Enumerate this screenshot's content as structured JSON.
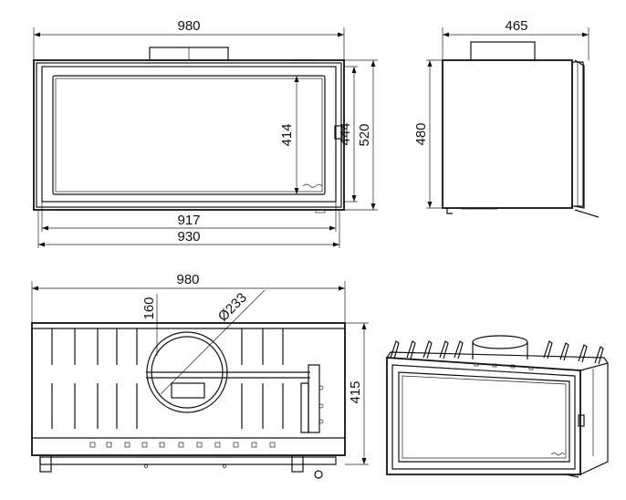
{
  "dimensions": {
    "front_width": "980",
    "side_depth": "465",
    "glass_height": "414",
    "inner_height": "444",
    "total_height": "520",
    "side_height": "480",
    "glass_width": "917",
    "frame_width": "930",
    "top_width": "980",
    "flue_offset": "160",
    "flue_diameter": "Ø233",
    "top_depth": "415"
  },
  "colors": {
    "line": "#111111",
    "background": "#ffffff"
  }
}
